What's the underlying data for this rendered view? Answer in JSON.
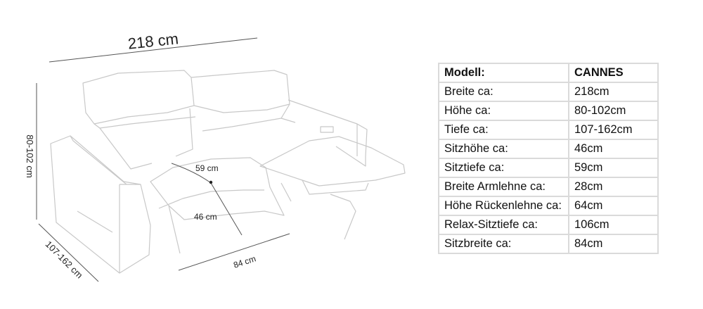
{
  "dimensions": {
    "width_label": "218 cm",
    "height_label": "80-102 cm",
    "depth_label": "107-162 cm",
    "seat_depth_label": "59 cm",
    "seat_height_label": "46 cm",
    "seat_width_label": "84 cm"
  },
  "spec_table": {
    "header": {
      "label": "Modell:",
      "value": "CANNES"
    },
    "rows": [
      {
        "label": "Breite ca:",
        "value": "218cm"
      },
      {
        "label": "Höhe ca:",
        "value": "80-102cm"
      },
      {
        "label": "Tiefe ca:",
        "value": "107-162cm"
      },
      {
        "label": "Sitzhöhe ca:",
        "value": "46cm"
      },
      {
        "label": "Sitztiefe ca:",
        "value": "59cm"
      },
      {
        "label": "Breite Armlehne ca:",
        "value": "28cm"
      },
      {
        "label": "Höhe Rückenlehne ca:",
        "value": "64cm"
      },
      {
        "label": "Relax-Sitztiefe ca:",
        "value": "106cm"
      },
      {
        "label": "Sitzbreite ca:",
        "value": "84cm"
      }
    ]
  }
}
